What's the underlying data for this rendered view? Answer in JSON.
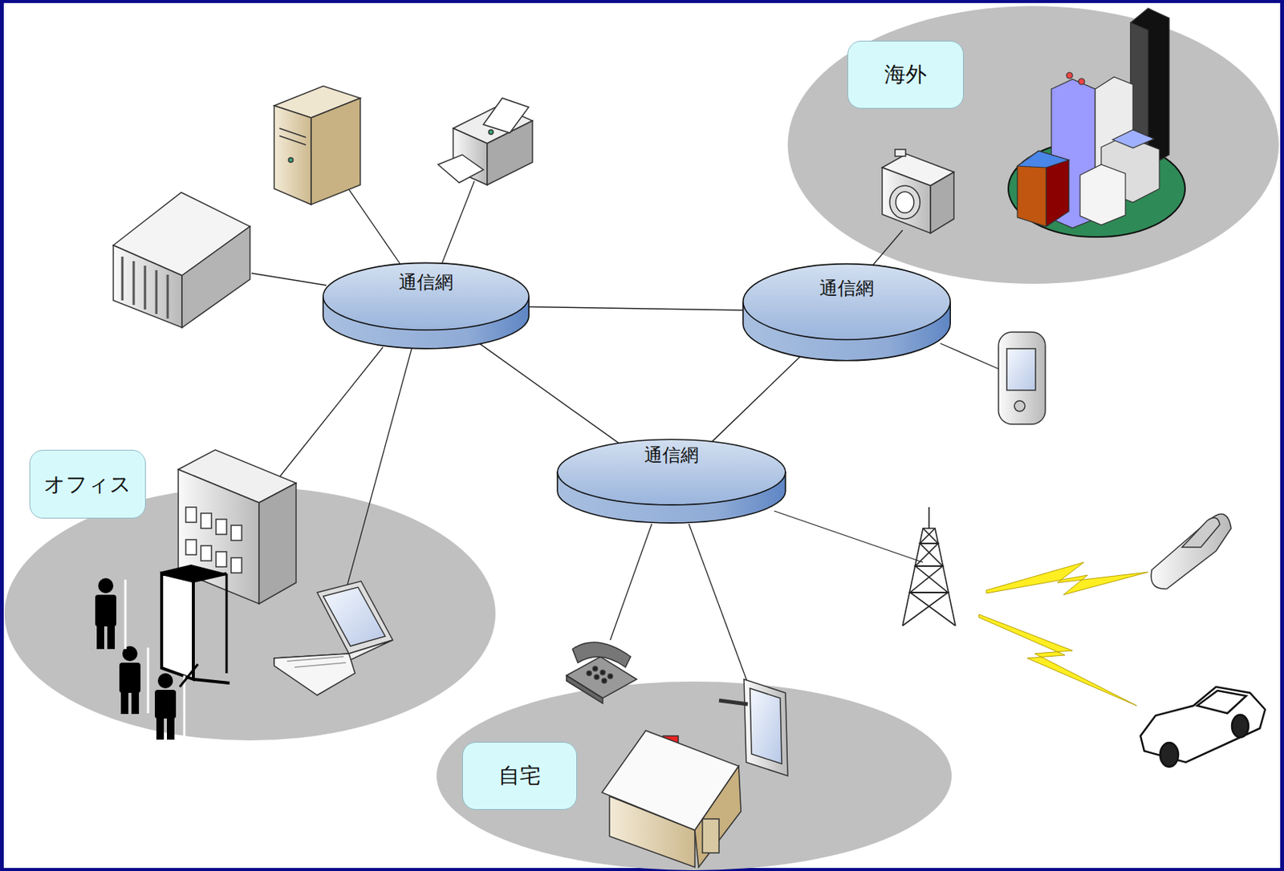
{
  "diagram": {
    "nodes": [
      {
        "text": [
          "海外"
        ]
      },
      {
        "text": [
          "通信網"
        ]
      },
      {
        "text": [
          "通信網"
        ]
      },
      {
        "text": [
          "通信網"
        ]
      },
      {
        "text": [
          "オフィス"
        ]
      },
      {
        "text": [
          "自宅"
        ]
      }
    ],
    "edges": [
      {
        "from": 1,
        "to": 2,
        "arrow": "none"
      },
      {
        "from": 1,
        "to": 3,
        "arrow": "none"
      },
      {
        "from": 2,
        "to": 3,
        "arrow": "none"
      }
    ]
  }
}
